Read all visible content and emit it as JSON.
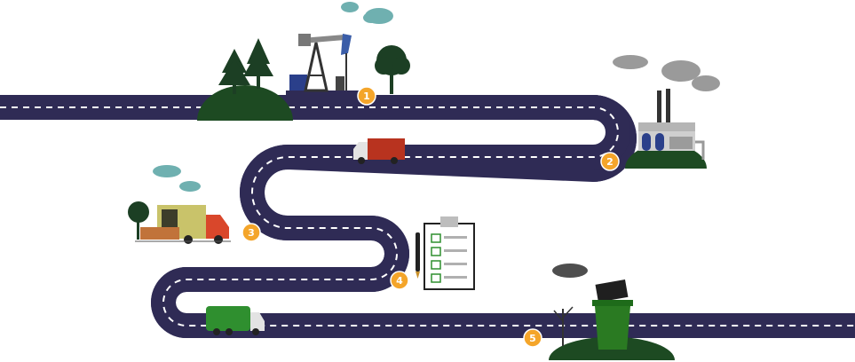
{
  "stages": [
    {
      "label": "1",
      "name": "oil-extraction"
    },
    {
      "label": "2",
      "name": "factory"
    },
    {
      "label": "3",
      "name": "delivery"
    },
    {
      "label": "4",
      "name": "checklist"
    },
    {
      "label": "5",
      "name": "waste-disposal"
    }
  ],
  "colors": {
    "road": "#2f2b55",
    "road_dash": "#ffffff",
    "badge": "#f4a52a",
    "hill": "#1d4a22",
    "tree": "#1c3f24",
    "cloud_teal": "#6fb0b0",
    "cloud_gray": "#9a9a9a",
    "cloud_dark": "#4e4e4e",
    "truck_red": "#b8331f",
    "truck_green": "#2f8f2f",
    "bin_green": "#2a7a22"
  },
  "icons": [
    "oil-pump-icon",
    "factory-icon",
    "container-truck-icon",
    "moving-truck-icon",
    "checklist-icon",
    "pen-icon",
    "garbage-truck-icon",
    "trash-bin-icon",
    "tree-icon",
    "cloud-icon"
  ]
}
